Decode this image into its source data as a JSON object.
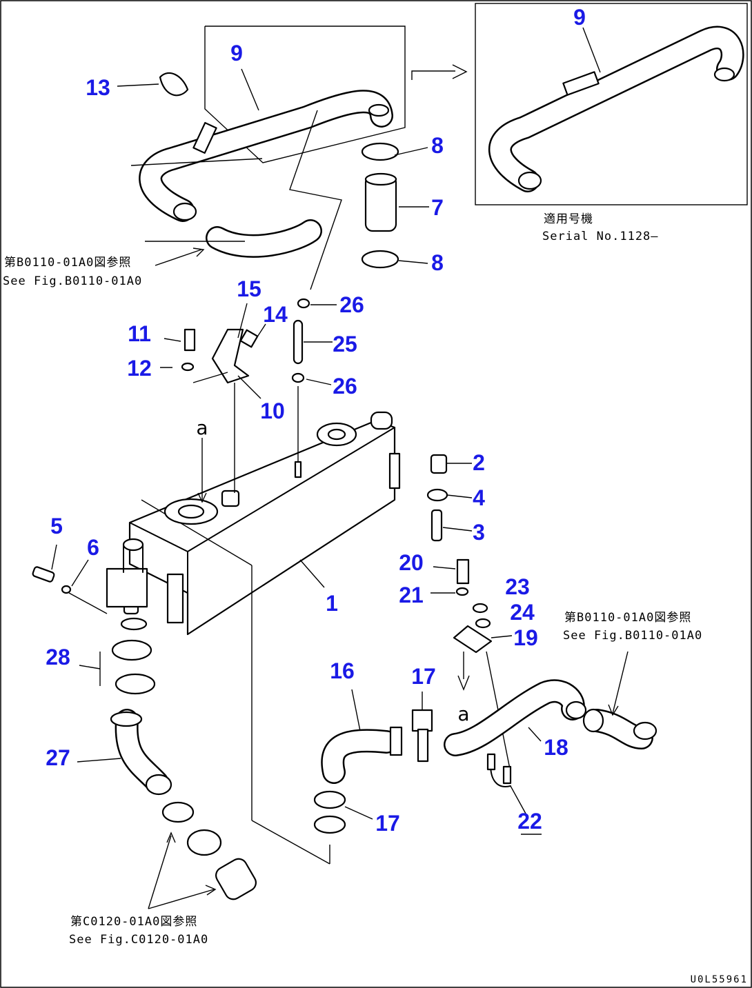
{
  "callouts": [
    {
      "n": "9"
    },
    {
      "n": "13"
    },
    {
      "n": "8"
    },
    {
      "n": "7"
    },
    {
      "n": "8"
    },
    {
      "n": "9"
    },
    {
      "n": "15"
    },
    {
      "n": "14"
    },
    {
      "n": "26"
    },
    {
      "n": "11"
    },
    {
      "n": "25"
    },
    {
      "n": "12"
    },
    {
      "n": "26"
    },
    {
      "n": "10"
    },
    {
      "n": "2"
    },
    {
      "n": "4"
    },
    {
      "n": "3"
    },
    {
      "n": "5"
    },
    {
      "n": "6"
    },
    {
      "n": "20"
    },
    {
      "n": "1"
    },
    {
      "n": "23"
    },
    {
      "n": "21"
    },
    {
      "n": "24"
    },
    {
      "n": "19"
    },
    {
      "n": "28"
    },
    {
      "n": "16"
    },
    {
      "n": "17"
    },
    {
      "n": "18"
    },
    {
      "n": "27"
    },
    {
      "n": "17"
    },
    {
      "n": "22"
    }
  ],
  "notes": {
    "serial_jp": "適用号機",
    "serial_en": "Serial No.1128—",
    "ref_upper_jp": "第B0110-01A0図参照",
    "ref_upper_en": "See Fig.B0110-01A0",
    "ref_right_jp": "第B0110-01A0図参照",
    "ref_right_en": "See Fig.B0110-01A0",
    "ref_lower_jp": "第C0120-01A0図参照",
    "ref_lower_en": "See Fig.C0120-01A0",
    "view_mark_top": "a",
    "view_mark_bottom": "a",
    "drawing_code": "U0L55961"
  },
  "colors": {
    "callout": "#1a1ae6",
    "line": "#000000",
    "background": "#ffffff"
  }
}
